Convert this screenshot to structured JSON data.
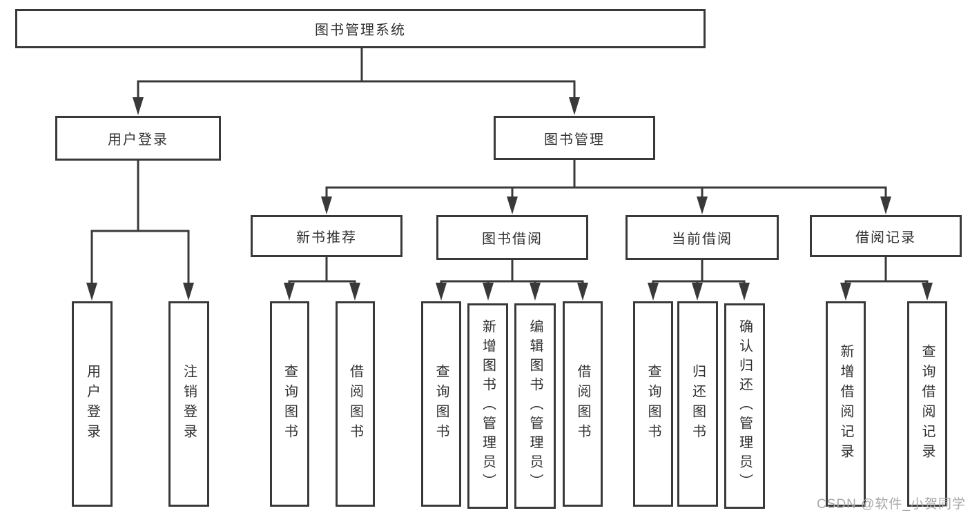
{
  "tree": {
    "root": "图书管理系统",
    "children": [
      {
        "label": "用户登录",
        "children": [
          "用户登录",
          "注销登录"
        ]
      },
      {
        "label": "图书管理",
        "children": [
          {
            "label": "新书推荐",
            "children": [
              "查询图书",
              "借阅图书"
            ]
          },
          {
            "label": "图书借阅",
            "children": [
              "查询图书",
              "新增图书（管理员）",
              "编辑图书（管理员）",
              "借阅图书"
            ]
          },
          {
            "label": "当前借阅",
            "children": [
              "查询图书",
              "归还图书",
              "确认归还（管理员）"
            ]
          },
          {
            "label": "借阅记录",
            "children": [
              "新增借阅记录",
              "查询借阅记录"
            ]
          }
        ]
      }
    ]
  },
  "colors": {
    "line": "#39393b",
    "text": "#2f3032",
    "background": "#ffffff",
    "watermark_text": "#a9a9ab"
  },
  "watermark": {
    "text": "CSDN @软件_小贺同学"
  }
}
